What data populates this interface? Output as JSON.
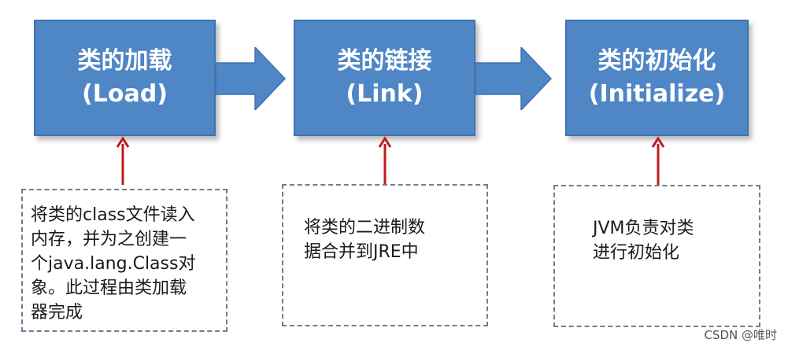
{
  "stages": [
    {
      "title": "类的加载",
      "subtitle": "(Load)"
    },
    {
      "title": "类的链接",
      "subtitle": "(Link)"
    },
    {
      "title": "类的初始化",
      "subtitle": "(Initialize)"
    }
  ],
  "notes": [
    {
      "lines": [
        "将类的class文件读入",
        "内存，并为之创建一",
        "个java.lang.Class对",
        "象。此过程由类加载",
        "器完成"
      ]
    },
    {
      "lines": [
        "将类的二进制数",
        "据合并到JRE中"
      ]
    },
    {
      "lines": [
        "JVM负责对类",
        "进行初始化"
      ]
    }
  ],
  "watermark": "CSDN @唯时",
  "colors": {
    "stage_fill": "#4f86c6",
    "flow_arrow": "#4f86c6",
    "pointer_arrow": "#c0191e",
    "note_border": "#6c7f92"
  }
}
